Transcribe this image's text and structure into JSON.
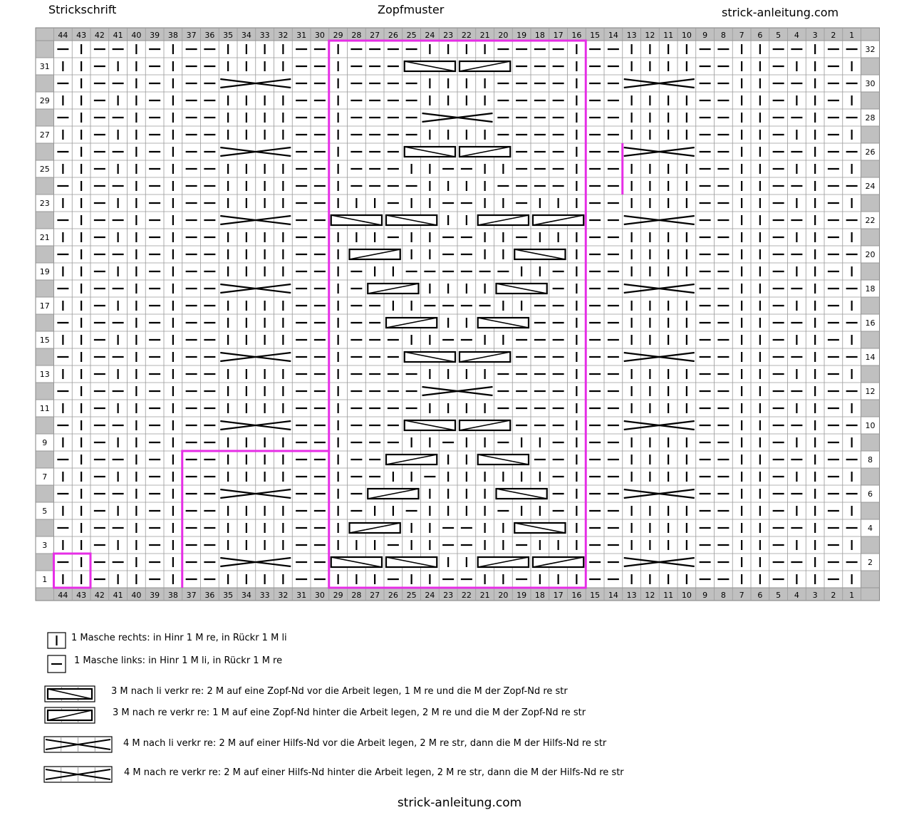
{
  "header": {
    "left_title": "Strickschrift",
    "center_title": "Zopfmuster",
    "right_site": "strick-anleitung.com"
  },
  "footer": {
    "site": "strick-anleitung.com"
  },
  "chart": {
    "columns": 44,
    "rows": 32,
    "column_numbers_left_to_right": [
      "44",
      "43",
      "42",
      "41",
      "40",
      "39",
      "38",
      "37",
      "36",
      "35",
      "34",
      "33",
      "32",
      "31",
      "30",
      "29",
      "28",
      "27",
      "26",
      "25",
      "24",
      "23",
      "22",
      "21",
      "20",
      "19",
      "18",
      "17",
      "16",
      "15",
      "14",
      "13",
      "12",
      "11",
      "10",
      "9",
      "8",
      "7",
      "6",
      "5",
      "4",
      "3",
      "2",
      "1"
    ],
    "odd_row_numbers_left": [
      "1",
      "3",
      "5",
      "7",
      "9",
      "11",
      "13",
      "15",
      "17",
      "19",
      "21",
      "23",
      "25",
      "27",
      "29",
      "31"
    ],
    "even_row_numbers_right": [
      "2",
      "4",
      "6",
      "8",
      "10",
      "12",
      "14",
      "16",
      "18",
      "20",
      "22",
      "24",
      "26",
      "28",
      "30",
      "32"
    ],
    "symbols": {
      "K": "knit-vertical-bar",
      "P": "purl-horizontal-bar",
      "LC3": "3-stitch-left-cross-box",
      "RC3": "3-stitch-right-cross-box",
      "LC4": "4-stitch-left-cable",
      "RC4": "4-stitch-right-cable"
    },
    "highlight_color": "#e62ee6",
    "grid_header_color": "#c0c0c0"
  },
  "legend": [
    {
      "symbol": "K",
      "text": "1 Masche rechts: in Hinr 1 M re, in Rückr 1 M li"
    },
    {
      "symbol": "P",
      "text": "1 Masche links: in Hinr 1 M li, in Rückr 1 M re"
    },
    {
      "symbol": "LC3",
      "text": "3 M nach li verkr re: 2 M auf eine Zopf-Nd vor die Arbeit legen, 1 M re und die M der Zopf-Nd re str"
    },
    {
      "symbol": "RC3",
      "text": "3 M nach re verkr re: 1 M auf eine Zopf-Nd hinter die Arbeit legen, 2 M re und die M der Zopf-Nd re str"
    },
    {
      "symbol": "LC4",
      "text": "4 M nach li verkr re: 2 M auf einer Hilfs-Nd vor die Arbeit legen, 2 M re str, dann die M der Hilfs-Nd re str"
    },
    {
      "symbol": "RC4",
      "text": "4 M nach re verkr re: 2 M auf einer Hilfs-Nd hinter die Arbeit legen, 2 M re str, dann die M der Hilfs-Nd re str"
    }
  ]
}
